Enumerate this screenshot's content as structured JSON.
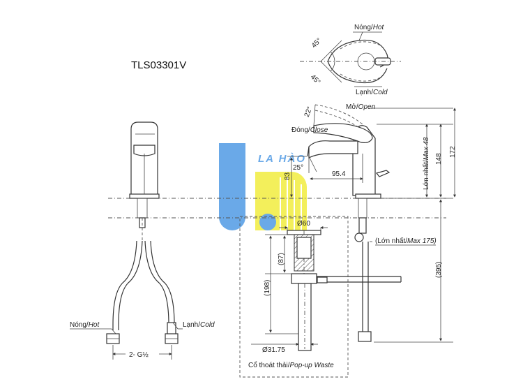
{
  "model": "TLS03301V",
  "watermark": {
    "text": "LA HÀO",
    "blue": "#5aa0e6",
    "yellow": "#f2ee4a"
  },
  "handle": {
    "hot": "Nóng/",
    "hot_en": "Hot",
    "cold": "Lạnh/",
    "cold_en": "Cold",
    "angle_top": "45°",
    "angle_bottom": "45°"
  },
  "side": {
    "angle_open": "22°",
    "open": "Mở/",
    "open_en": "Open",
    "close": "Đóng/",
    "close_en": "Close",
    "angle_spout": "25°",
    "h83": "83",
    "reach": "95.4",
    "max48_vi": "Lớn nhất/",
    "max48_en": "Max 48",
    "h148": "148",
    "h172": "172",
    "max175_vi": "(Lớn nhất/",
    "max175_en": "Max 175)",
    "h395": "(395)"
  },
  "front": {
    "hot": "Nóng/",
    "hot_en": "Hot",
    "cold": "Lạnh/",
    "cold_en": "Cold",
    "thread": "2- G½"
  },
  "waste": {
    "d60": "Ø60",
    "h87": "(87)",
    "h198": "(198)",
    "d3175": "Ø31.75",
    "label_vi": "Cổ thoát thải/",
    "label_en": "Pop-up Waste"
  }
}
